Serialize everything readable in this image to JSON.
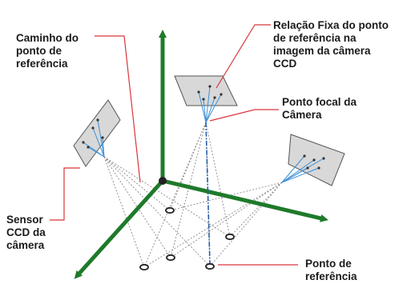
{
  "labels": {
    "caminho": "Caminho do\nponto de\nreferência",
    "relacao": "Relação Fixa do ponto\nde referência na\nimagem da câmera\nCCD",
    "focal": "Ponto focal da\nCâmera",
    "sensor": "Sensor\nCCD da\ncâmera",
    "ponto_ref": "Ponto de\nreferência"
  },
  "colors": {
    "axis": "#1f7a2a",
    "leader": "#d9363b",
    "ray_blue": "#3b8fd6",
    "ray_gray": "#8a8a8a",
    "sensor_fill": "#d8d8d8",
    "optical_axis": "#1f5fb0"
  }
}
